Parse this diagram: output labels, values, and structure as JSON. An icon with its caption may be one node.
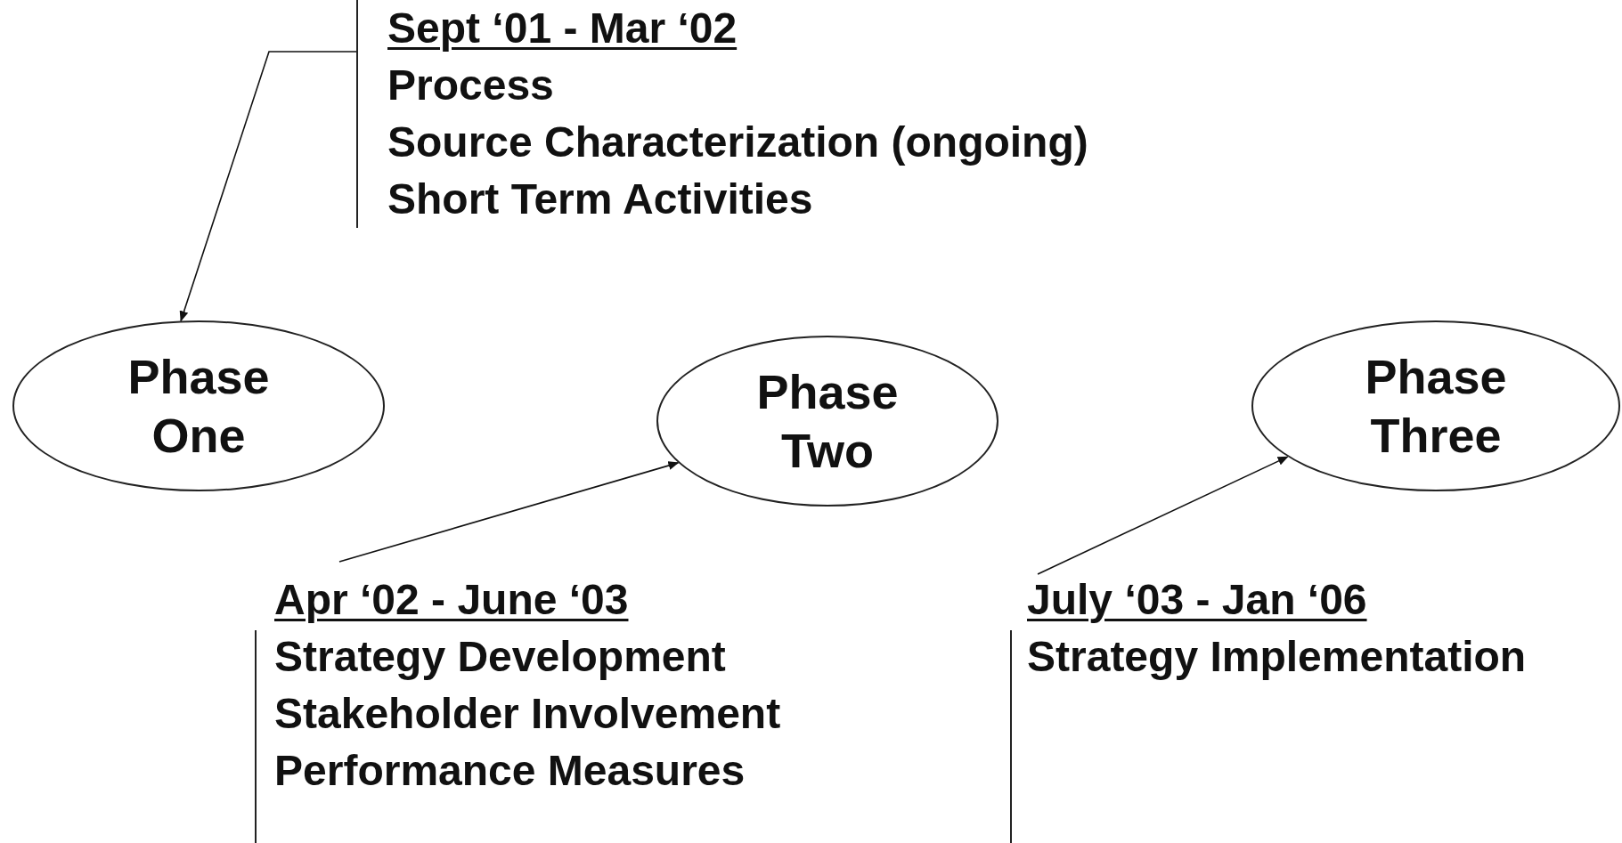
{
  "diagram": {
    "nodes": [
      {
        "text": [
          "Sept ‘01 - Mar ‘02",
          "Process",
          "Source Characterization (ongoing)",
          "Short Term Activities"
        ]
      },
      {
        "text": [
          "Phase One"
        ]
      },
      {
        "text": [
          "Phase Two"
        ]
      },
      {
        "text": [
          "Phase Three"
        ]
      },
      {
        "text": [
          "Apr ‘02 - June ‘03",
          "Strategy Development",
          "Stakeholder Involvement",
          "Performance Measures"
        ]
      },
      {
        "text": [
          "July ‘03 - Jan ‘06",
          "Strategy Implementation"
        ]
      }
    ],
    "edges": [
      {
        "from": 0,
        "to": 1,
        "arrow": "to"
      },
      {
        "from": 4,
        "to": 2,
        "arrow": "to"
      },
      {
        "from": 5,
        "to": 3,
        "arrow": "to"
      }
    ]
  }
}
